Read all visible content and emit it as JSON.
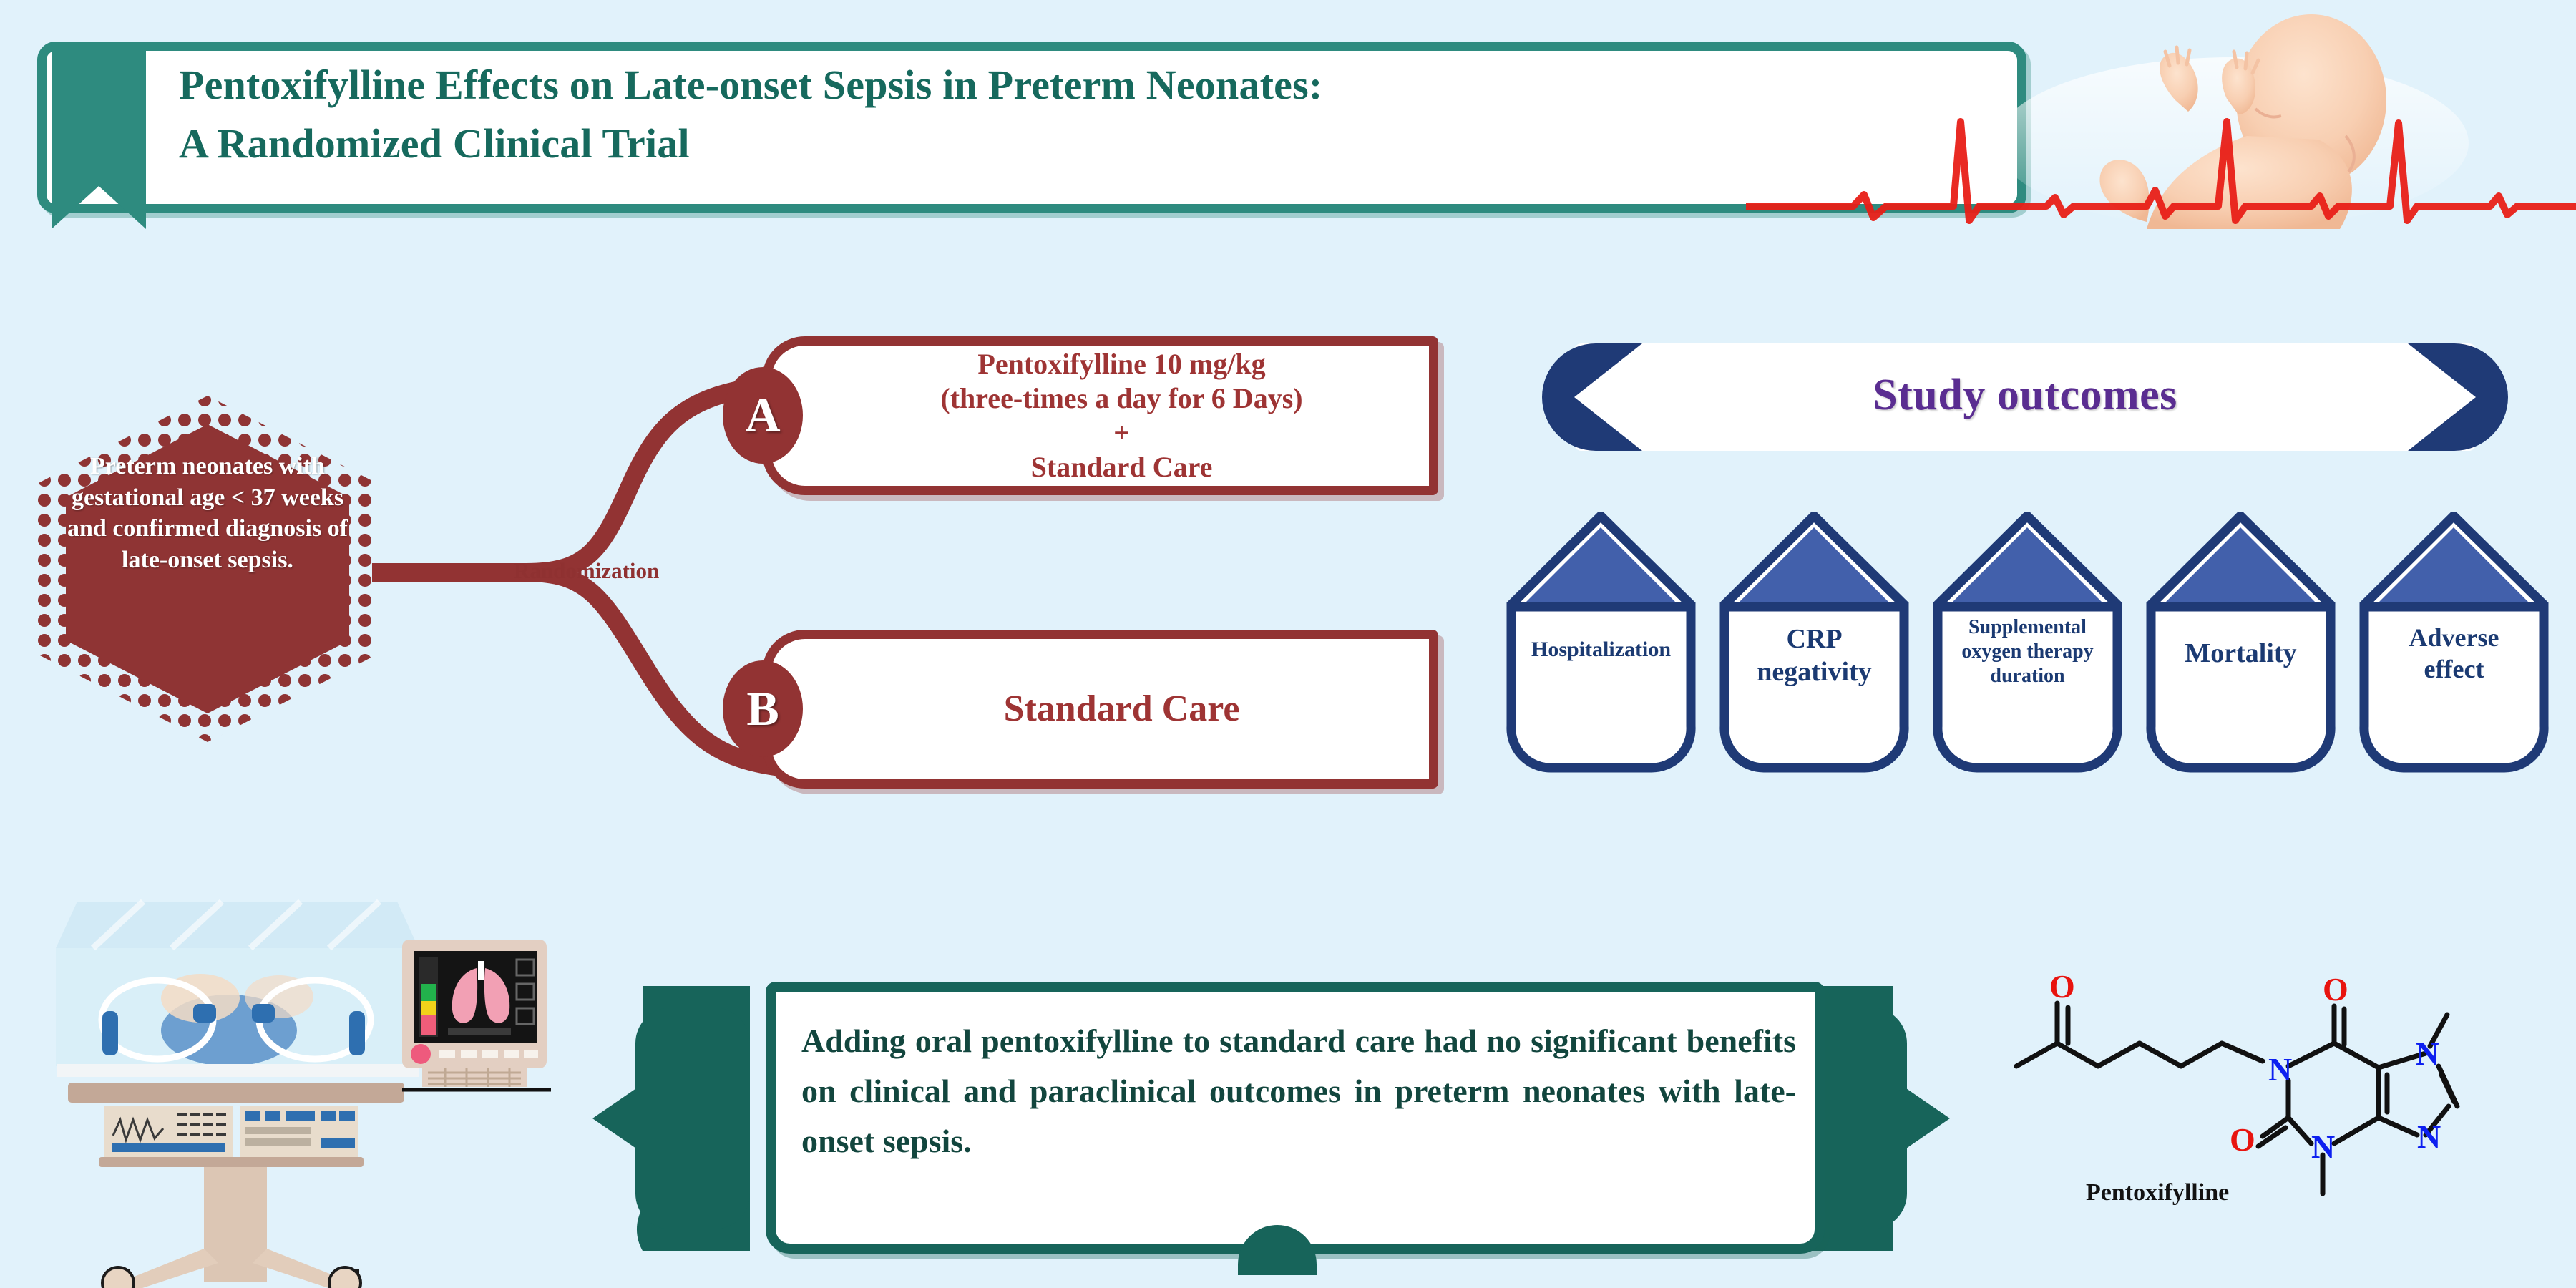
{
  "background_color": "#e1f2fb",
  "header": {
    "title_line1": "Pentoxifylline Effects on Late-onset Sepsis in Preterm Neonates:",
    "title_line2": "A Randomized Clinical Trial",
    "title_color": "#16695d",
    "frame_color": "#2e8b7f",
    "bookmark_icon": "bookmark-ribbon-icon",
    "baby_icon": "fetus-ecg-illustration"
  },
  "population": {
    "text": "Preterm neonates with gestational age < 37 weeks and confirmed diagnosis of late-onset sepsis.",
    "fill_color": "#8f3434",
    "text_color": "#ffffff",
    "shape": "hexagon-halftone"
  },
  "randomization": {
    "label": "Randomization",
    "label_color": "#8f3131",
    "connector_color": "#923333"
  },
  "arms": [
    {
      "badge": "A",
      "lines": [
        "Pentoxifylline 10 mg/kg",
        "(three-times a day for 6 Days)",
        "+",
        "Standard Care"
      ],
      "text_color": "#9e3434",
      "border_color": "#923333"
    },
    {
      "badge": "B",
      "lines": [
        "Standard Care"
      ],
      "text_color": "#9e3434",
      "border_color": "#923333"
    }
  ],
  "outcomes_banner": {
    "title": "Study outcomes",
    "title_color": "#5a2d91",
    "chevron_color": "#1f3a76",
    "left_chevron_icon": "chevron-left-icon",
    "right_chevron_icon": "chevron-right-icon"
  },
  "outcomes": [
    {
      "label": "Hospitalization",
      "font_size": "30px"
    },
    {
      "label": "CRP\nnegativity",
      "font_size": "38px"
    },
    {
      "label": "Supplemental oxygen therapy duration",
      "font_size": "28px"
    },
    {
      "label": "Mortality",
      "font_size": "38px"
    },
    {
      "label": "Adverse\neffect",
      "font_size": "36px"
    }
  ],
  "outcome_style": {
    "outline_color": "#1f3a76",
    "roof_color": "#4260ab",
    "body_color": "#ffffff",
    "label_color": "#1b3a72",
    "shape": "house-pin-icon"
  },
  "conclusion": {
    "text": "Adding oral pentoxifylline to standard care had no significant benefits on clinical and paraclinical outcomes in preterm neonates with late-onset sepsis.",
    "text_color": "#12463e",
    "frame_color": "#17645a",
    "left_arrow_icon": "arrow-left-icon",
    "right_arrow_icon": "arrow-right-icon"
  },
  "incubator": {
    "icon": "neonatal-incubator-illustration",
    "monitor_icon": "lung-monitor-icon"
  },
  "chemical": {
    "name": "Pentoxifylline",
    "icon": "pentoxifylline-structure",
    "oxygen_label": "O",
    "nitrogen_label": "N",
    "oxygen_color": "#e8140f",
    "nitrogen_color": "#0d20f0",
    "bond_color": "#111111",
    "label_color": "#121212"
  }
}
